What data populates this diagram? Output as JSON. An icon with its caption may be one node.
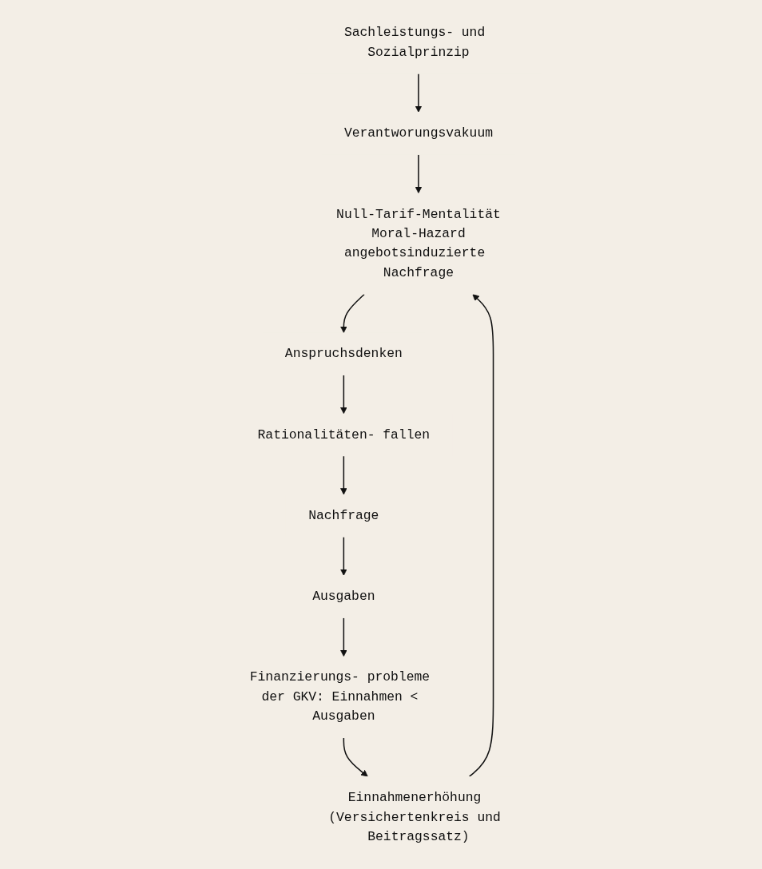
{
  "diagram": {
    "nodes": [
      {
        "text": [
          "Sachleistungs- und Sozialprinzip"
        ]
      },
      {
        "text": [
          "Verantworungsvakuum"
        ]
      },
      {
        "text": [
          "Null-Tarif-Mentalität",
          "Moral-Hazard",
          "angebotsinduzierte Nachfrage"
        ]
      },
      {
        "text": [
          "Anspruchsdenken"
        ]
      },
      {
        "text": [
          "Rationalitäten- fallen"
        ]
      },
      {
        "text": [
          "Nachfrage"
        ]
      },
      {
        "text": [
          "Ausgaben"
        ]
      },
      {
        "text": [
          "Finanzierungs- probleme der GKV: Einnahmen < Ausgaben"
        ]
      },
      {
        "text": [
          "Einnahmenerhöhung (Versichertenkreis und Beitragssatz)"
        ]
      }
    ],
    "edges": [
      {
        "from": 0,
        "to": 1,
        "arrow": "to"
      },
      {
        "from": 1,
        "to": 2,
        "arrow": "to"
      },
      {
        "from": 2,
        "to": 3,
        "arrow": "to"
      },
      {
        "from": 3,
        "to": 4,
        "arrow": "to"
      },
      {
        "from": 4,
        "to": 5,
        "arrow": "to"
      },
      {
        "from": 5,
        "to": 6,
        "arrow": "to"
      },
      {
        "from": 6,
        "to": 7,
        "arrow": "to"
      },
      {
        "from": 7,
        "to": 8,
        "arrow": "to"
      },
      {
        "from": 8,
        "to": 2,
        "arrow": "to"
      }
    ]
  }
}
